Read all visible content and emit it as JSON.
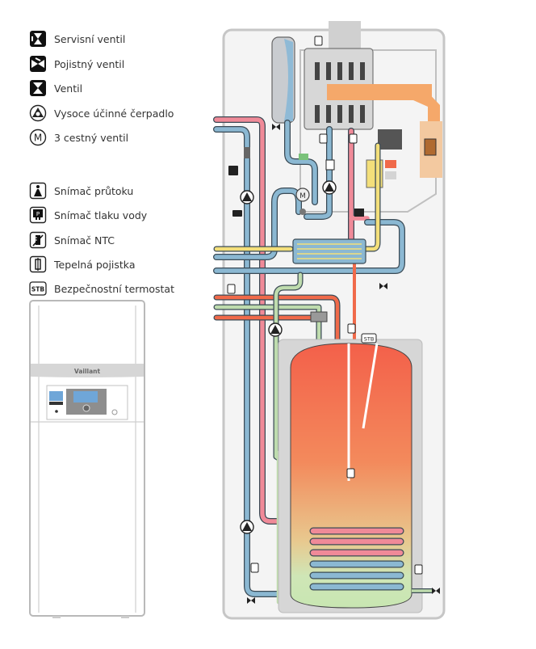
{
  "legend": {
    "group1": [
      {
        "icon": "service-valve-icon",
        "label": "Servisní ventil"
      },
      {
        "icon": "safety-valve-icon",
        "label": "Pojistný ventil"
      },
      {
        "icon": "valve-icon",
        "label": "Ventil"
      },
      {
        "icon": "high-efficiency-pump-icon",
        "label": "Vysoce účinné čerpadlo"
      },
      {
        "icon": "three-way-valve-icon",
        "label": "3 cestný ventil"
      }
    ],
    "group2": [
      {
        "icon": "flow-sensor-icon",
        "label": "Snímač průtoku"
      },
      {
        "icon": "water-pressure-sensor-icon",
        "label": "Snímač tlaku vody"
      },
      {
        "icon": "ntc-sensor-icon",
        "label": "Snímač NTC"
      },
      {
        "icon": "thermal-fuse-icon",
        "label": "Tepelná pojistka"
      },
      {
        "icon": "safety-thermostat-icon",
        "label": "Bezpečnostní termostat"
      }
    ]
  },
  "appliance": {
    "brand": "Vaillant"
  },
  "diagram": {
    "stb_label": "STB",
    "pump_glyph": "e",
    "motor_glyph": "M",
    "pressure_glyph": "P",
    "colors": {
      "heating_flow": "#f08a98",
      "cold_return": "#8bb8d2",
      "hot_water": "#f06a4a",
      "cold_water": "#bfdcae",
      "gas": "#f3df7a",
      "burner": "#f5a86a",
      "casing": "#f4f4f4",
      "outline": "#3a4a55"
    }
  }
}
